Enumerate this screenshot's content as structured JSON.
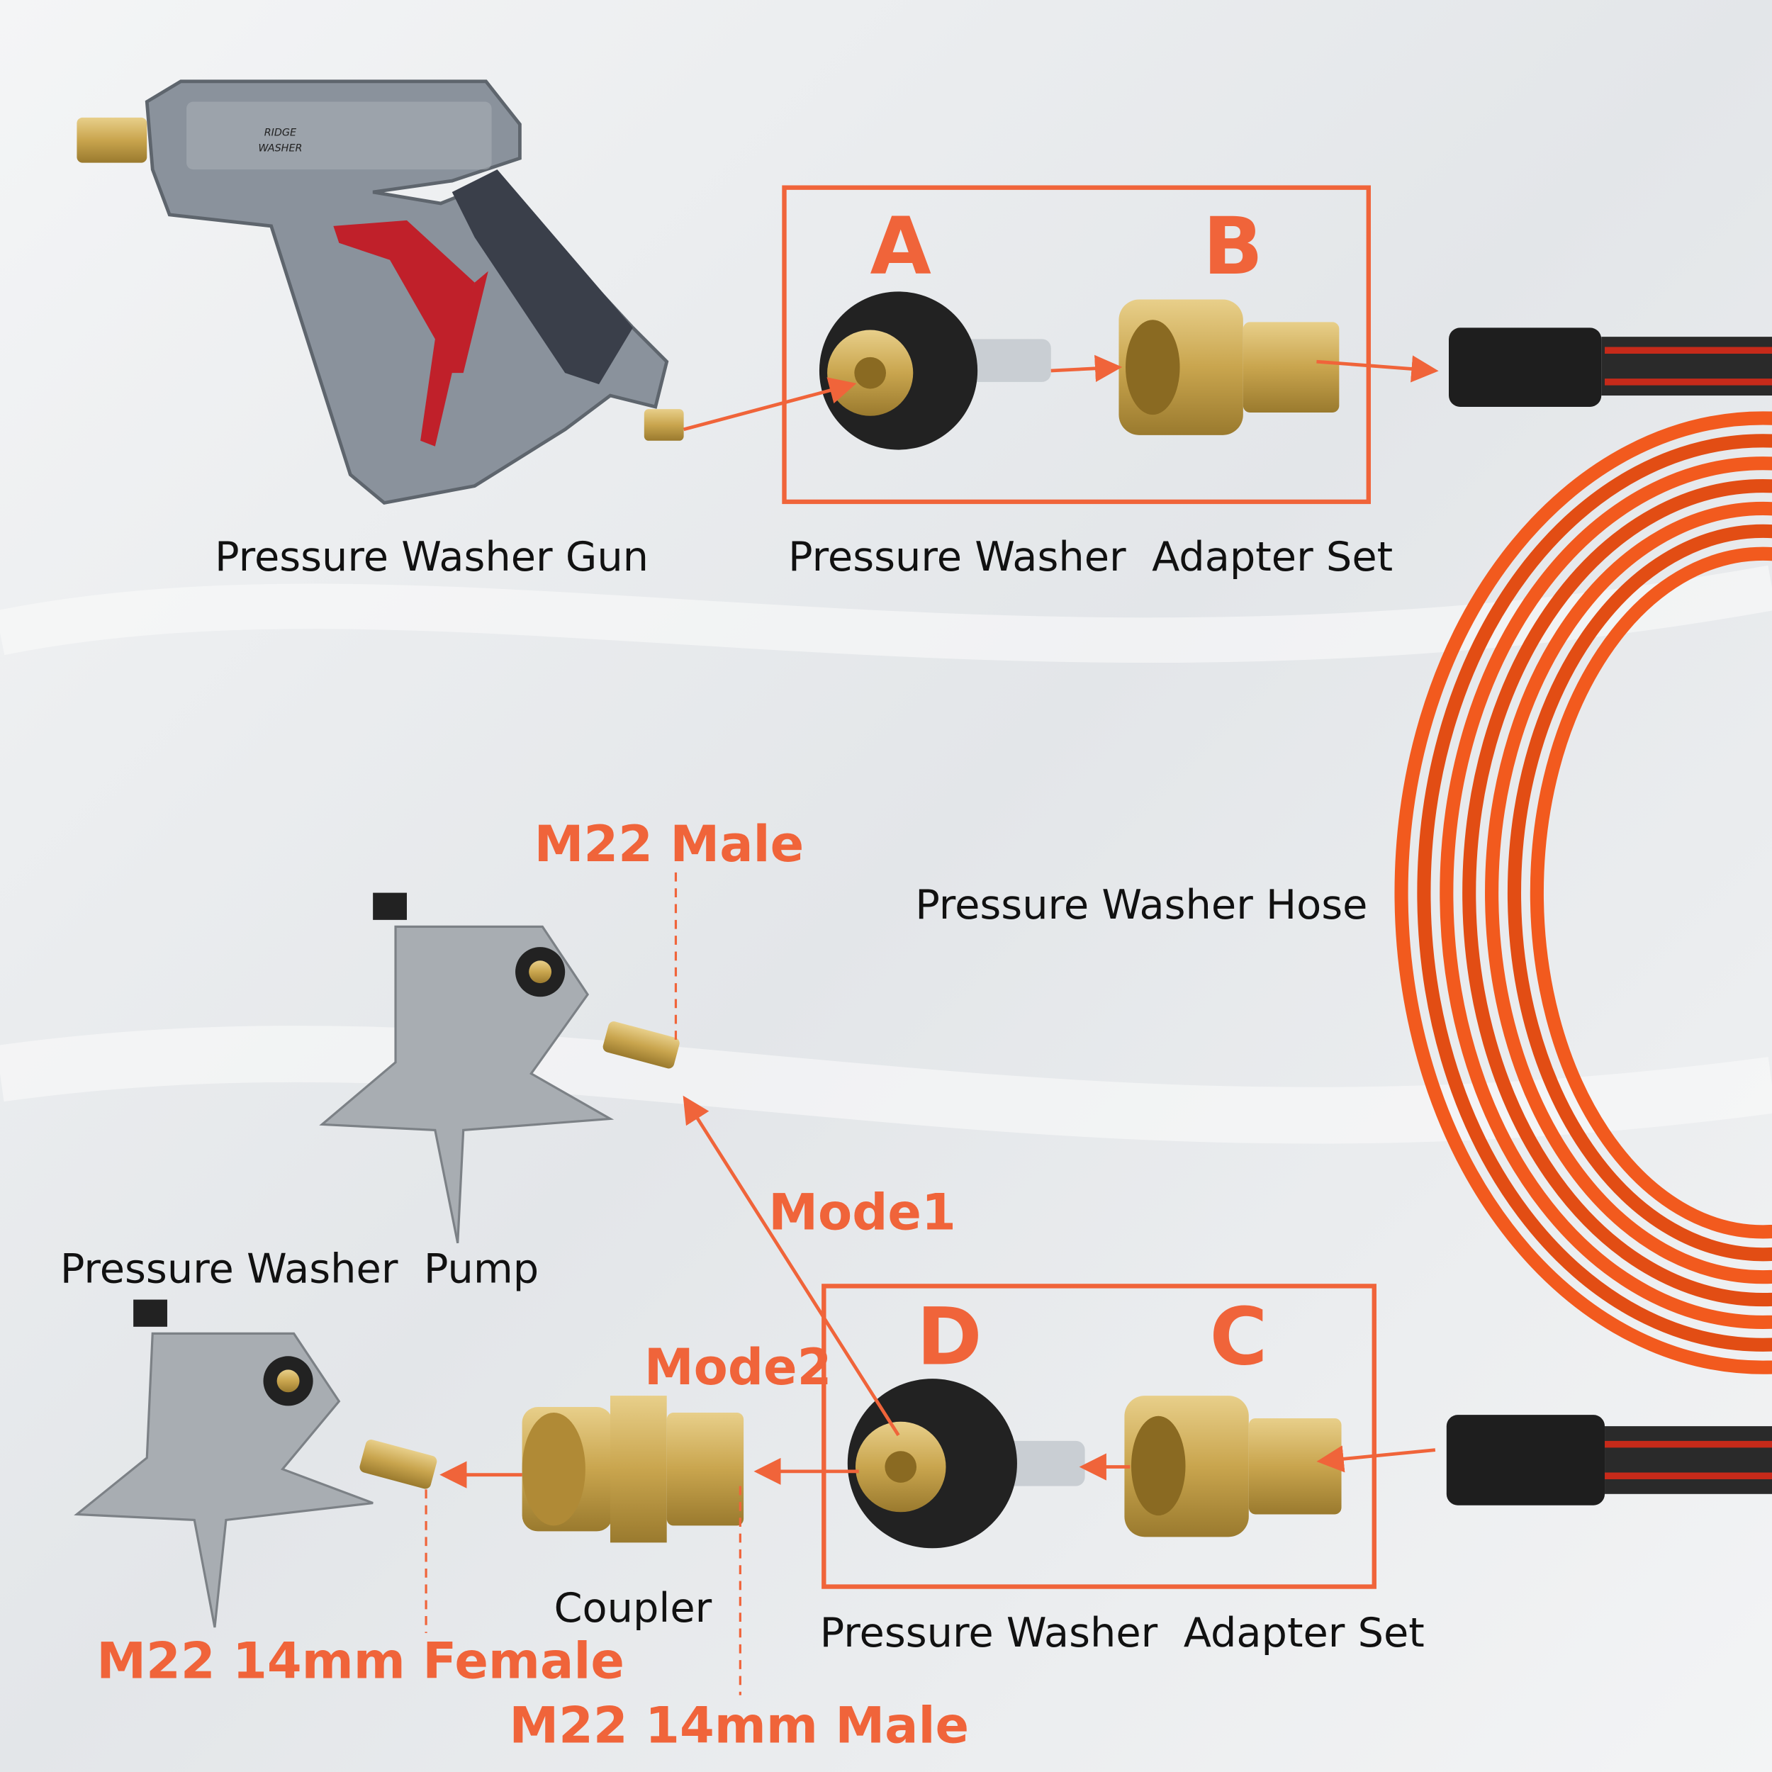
{
  "colors": {
    "accent": "#f0643a",
    "hose": "#f25a1e",
    "brass": "#c9a54e",
    "gun_body": "#8a929c",
    "trigger": "#c0202a"
  },
  "labels": {
    "gun": "Pressure Washer Gun",
    "adapter_set_top": "Pressure Washer  Adapter Set",
    "hose": "Pressure Washer Hose",
    "pump": "Pressure Washer  Pump",
    "coupler": "Coupler",
    "adapter_set_bottom": "Pressure Washer  Adapter Set"
  },
  "callouts": {
    "a": "A",
    "b": "B",
    "c": "C",
    "d": "D",
    "m22_male": "M22 Male",
    "mode1": "Mode1",
    "mode2": "Mode2",
    "m22_female": "M22 14mm Female",
    "m22_14mm_male": "M22 14mm Male"
  },
  "gun_logo": [
    "RIDGE",
    "WASHER"
  ]
}
